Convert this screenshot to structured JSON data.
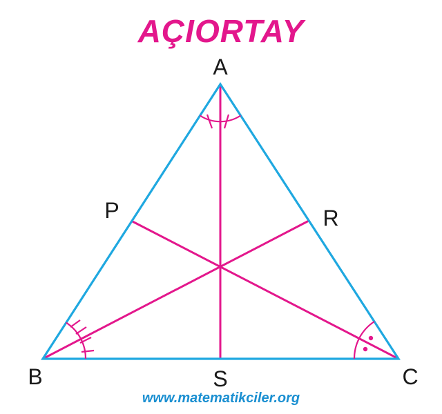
{
  "title": "AÇIORTAY",
  "vertices": {
    "A": "A",
    "B": "B",
    "C": "C",
    "P": "P",
    "R": "R",
    "S": "S"
  },
  "footer": "www.matematikciler.org",
  "colors": {
    "title": "#e3178c",
    "triangle": "#1fa8e0",
    "bisector": "#e3178c",
    "footer": "#1a8fd1",
    "label": "#1a1a1a"
  }
}
